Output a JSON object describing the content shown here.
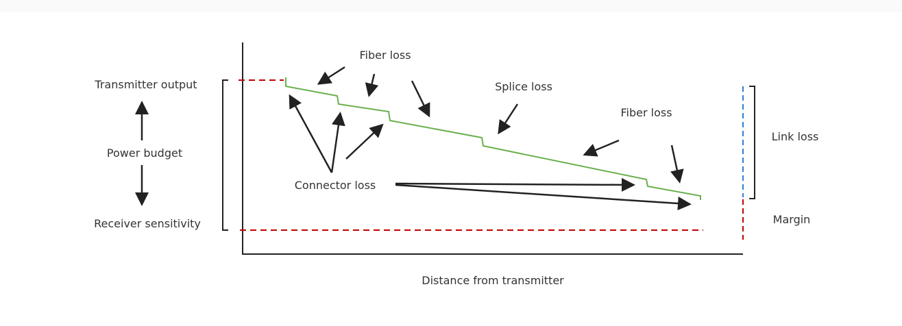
{
  "labels": {
    "transmitter_output": "Transmitter output",
    "power_budget": "Power budget",
    "receiver_sensitivity": "Receiver sensitivity",
    "fiber_loss_1": "Fiber loss",
    "splice_loss": "Splice loss",
    "fiber_loss_2": "Fiber loss",
    "connector_loss": "Connector loss",
    "link_loss": "Link loss",
    "margin": "Margin",
    "x_axis": "Distance from transmitter"
  },
  "colors": {
    "signal_line": "#6ab04c",
    "threshold_dashed": "#c00000",
    "link_loss_dashed": "#2f7fd6",
    "arrows": "#222222"
  }
}
